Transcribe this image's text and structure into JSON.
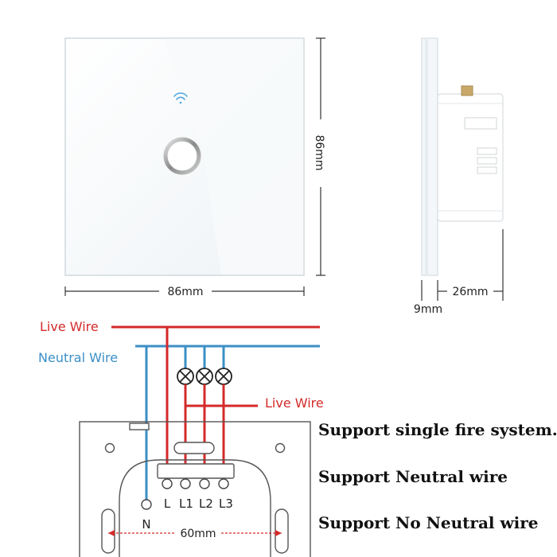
{
  "front_view": {
    "width_label": "86mm",
    "height_label": "86mm"
  },
  "side_view": {
    "depth_label": "26mm",
    "plate_label": "9mm"
  },
  "wiring": {
    "live_wire_label": "Live Wire",
    "neutral_wire_label": "Neutral Wire",
    "load_live_wire_label": "Live Wire",
    "terminals": [
      "N",
      "L",
      "L1",
      "L2",
      "L3"
    ],
    "mount_distance_label": "60mm"
  },
  "support_notes": [
    "Support single fire system.",
    "Support Neutral wire",
    "Support No Neutral wire"
  ],
  "colors": {
    "live": "#d42a2a",
    "neutral": "#3b8fc6"
  },
  "icons": [
    "wifi-icon",
    "touch-button-icon",
    "lamp-icon"
  ]
}
